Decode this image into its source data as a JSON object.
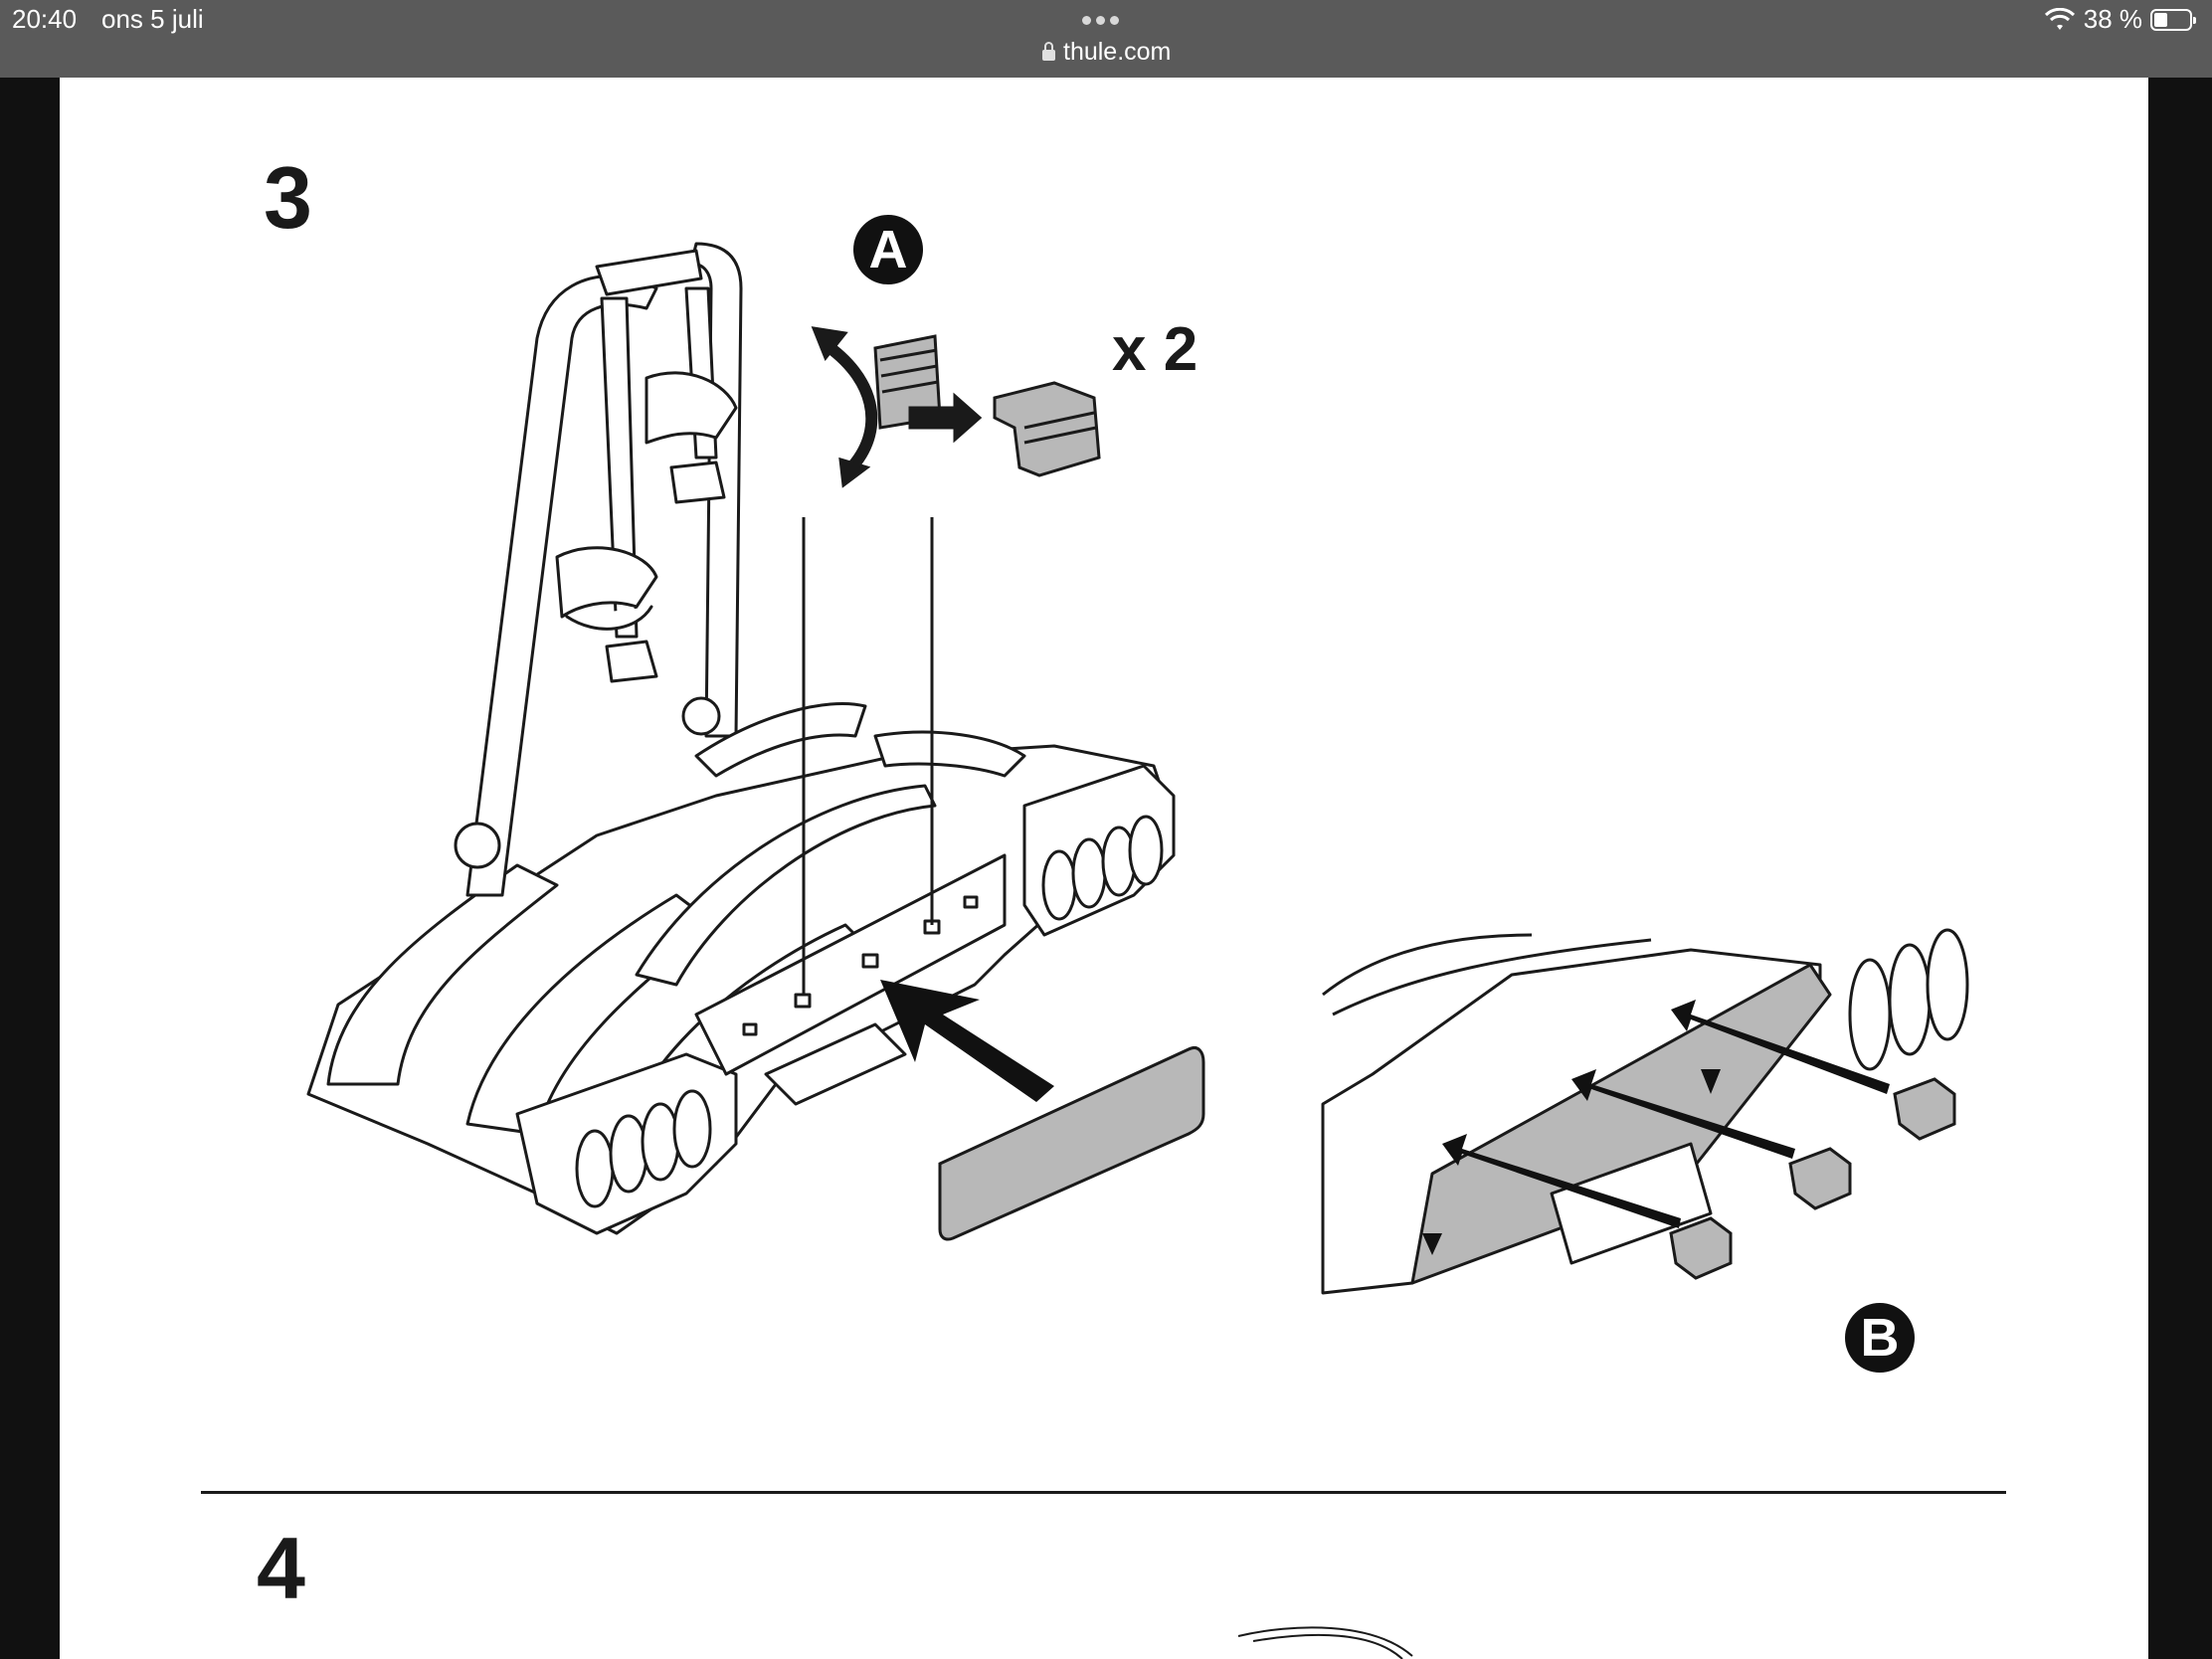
{
  "status_bar": {
    "time": "20:40",
    "date": "ons 5 juli",
    "url": "thule.com",
    "battery_text": "38 %",
    "battery_level_percent": 38,
    "icons": [
      "wifi-icon",
      "lock-icon",
      "battery-icon",
      "more-dots-icon"
    ]
  },
  "document": {
    "step_3": "3",
    "label_a": "A",
    "quantity": "x 2",
    "label_b": "B",
    "step_4": "4"
  },
  "colors": {
    "status_bar_bg": "#5a5a5a",
    "page_bg": "#ffffff",
    "line": "#1a1a1a",
    "part_gray": "#b8b8b8"
  }
}
